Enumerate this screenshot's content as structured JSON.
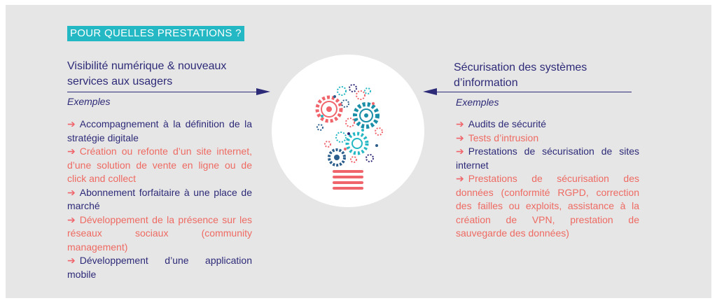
{
  "heading": "POUR QUELLES PRESTATIONS ?",
  "left": {
    "title": "Visibilité numérique & nouveaux services aux usagers",
    "subtitle": "Exemples",
    "items": [
      {
        "text": "Accompagnement à la définition de la stratégie digitale",
        "tone": "navy"
      },
      {
        "text": "Création ou refonte d’un site internet, d’une solution de vente en ligne ou de click and collect",
        "tone": "coral"
      },
      {
        "text": "Abonnement forfaitaire à une place de marché",
        "tone": "navy"
      },
      {
        "text": "Développement de la présence sur les réseaux sociaux (community management)",
        "tone": "coral"
      },
      {
        "text": "Développement d’une application mobile",
        "tone": "navy"
      }
    ]
  },
  "right": {
    "title": "Sécurisation des systèmes d’information",
    "subtitle": "Exemples",
    "items": [
      {
        "text": "Audits de sécurité",
        "tone": "navy"
      },
      {
        "text": "Tests d’intrusion",
        "tone": "coral"
      },
      {
        "text": "Prestations de sécurisation de sites internet",
        "tone": "navy"
      },
      {
        "text": "Prestations de sécurisation des données (conformité RGPD, correction des failles ou exploits, assistance à la création de VPN, prestation de sauvegarde des données)",
        "tone": "coral"
      }
    ]
  },
  "colors": {
    "navy": "#2d2a78",
    "coral": "#ee6a62",
    "teal": "#24b8c4",
    "panel": "#e6e6e6"
  },
  "icons": {
    "center": "lightbulb-gears-icon",
    "bullet": "arrow-right-icon"
  }
}
